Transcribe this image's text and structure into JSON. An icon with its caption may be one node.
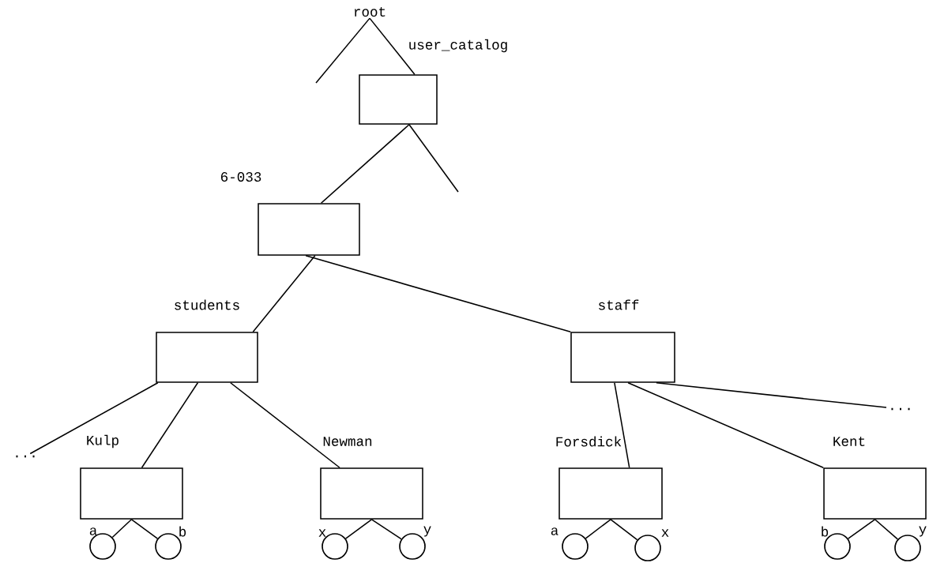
{
  "diagram": {
    "nodes": [
      {
        "text": [
          "root"
        ]
      },
      {
        "text": [
          "user_catalog"
        ]
      },
      {
        "text": [
          "6-033"
        ]
      },
      {
        "text": [
          "students"
        ]
      },
      {
        "text": [
          "staff"
        ]
      },
      {
        "text": [
          "..."
        ]
      },
      {
        "text": [
          "..."
        ]
      },
      {
        "text": [
          "Kulp"
        ]
      },
      {
        "text": [
          "Newman"
        ]
      },
      {
        "text": [
          "Forsdick"
        ]
      },
      {
        "text": [
          "Kent"
        ]
      },
      {
        "text": [],
        "shape": "circle",
        "beside": [
          "a"
        ]
      },
      {
        "text": [],
        "shape": "circle",
        "beside": [
          "b"
        ]
      },
      {
        "text": [],
        "shape": "circle",
        "beside": [
          "x"
        ]
      },
      {
        "text": [],
        "shape": "circle",
        "beside": [
          "y"
        ]
      },
      {
        "text": [],
        "shape": "circle",
        "beside": [
          "a"
        ]
      },
      {
        "text": [],
        "shape": "circle",
        "beside": [
          "x"
        ]
      },
      {
        "text": [],
        "shape": "circle",
        "beside": [
          "b"
        ]
      },
      {
        "text": [],
        "shape": "circle",
        "beside": [
          "y"
        ]
      }
    ],
    "edges": [
      {
        "from": 0,
        "to": null,
        "arrow": "none"
      },
      {
        "from": 0,
        "to": 1,
        "arrow": "none"
      },
      {
        "from": 1,
        "to": 2,
        "arrow": "none"
      },
      {
        "from": 1,
        "to": null,
        "arrow": "none"
      },
      {
        "from": 2,
        "to": 3,
        "arrow": "none"
      },
      {
        "from": 2,
        "to": 4,
        "arrow": "none"
      },
      {
        "from": 3,
        "to": 5,
        "arrow": "none"
      },
      {
        "from": 3,
        "to": 7,
        "arrow": "none"
      },
      {
        "from": 3,
        "to": 8,
        "arrow": "none"
      },
      {
        "from": 4,
        "to": 9,
        "arrow": "none"
      },
      {
        "from": 4,
        "to": 10,
        "arrow": "none"
      },
      {
        "from": 4,
        "to": 6,
        "arrow": "none"
      },
      {
        "from": 7,
        "to": 11,
        "arrow": "none"
      },
      {
        "from": 7,
        "to": 12,
        "arrow": "none"
      },
      {
        "from": 8,
        "to": 13,
        "arrow": "none"
      },
      {
        "from": 8,
        "to": 14,
        "arrow": "none"
      },
      {
        "from": 9,
        "to": 15,
        "arrow": "none"
      },
      {
        "from": 9,
        "to": 16,
        "arrow": "none"
      },
      {
        "from": 10,
        "to": 17,
        "arrow": "none"
      },
      {
        "from": 10,
        "to": 18,
        "arrow": "none"
      }
    ]
  }
}
